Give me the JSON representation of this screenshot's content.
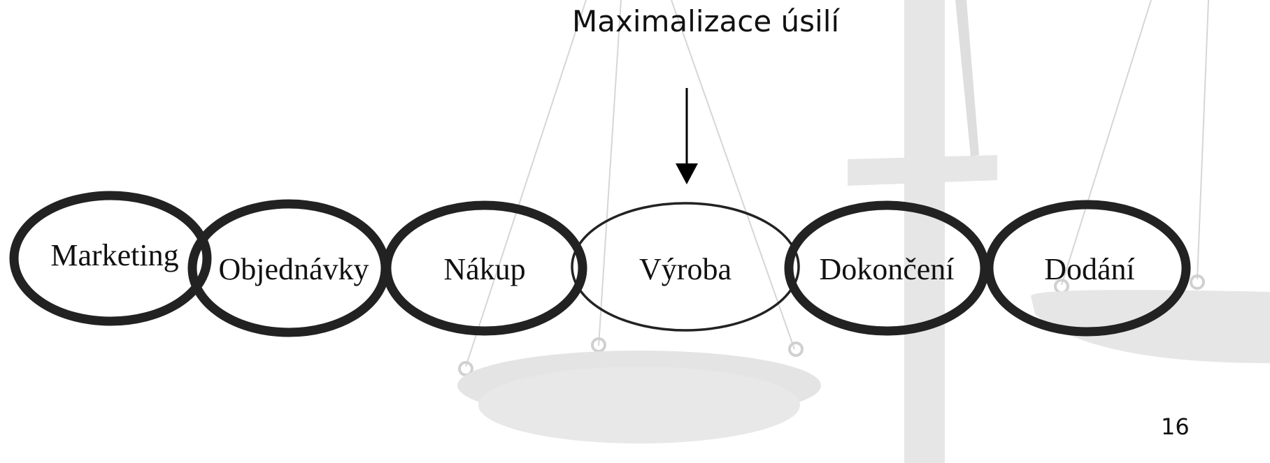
{
  "heading": "Maximalizace úsilí",
  "page_number": "16",
  "chain": [
    {
      "label": "Marketing",
      "emphasis": "thick"
    },
    {
      "label": "Objednávky",
      "emphasis": "thick"
    },
    {
      "label": "Nákup",
      "emphasis": "thick"
    },
    {
      "label": "Výroba",
      "emphasis": "thin"
    },
    {
      "label": "Dokončení",
      "emphasis": "thick"
    },
    {
      "label": "Dodání",
      "emphasis": "thick"
    }
  ],
  "arrow_target": "Výroba",
  "colors": {
    "ring": "#222222",
    "text": "#111111",
    "scale_background": "#e6e6e6",
    "scale_lines": "#d2d2d2"
  }
}
